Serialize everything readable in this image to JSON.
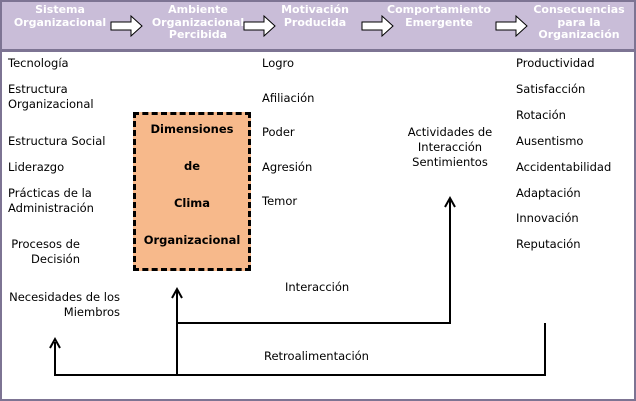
{
  "header": {
    "stages": [
      "Sistema\nOrganizacional",
      "Ambiente\nOrganizacional\nPercibida",
      "Motivación\nProducida",
      "Comportamiento\nEmergente",
      "Consecuencias\npara la\nOrganización"
    ]
  },
  "system": [
    "Tecnología",
    "Estructura\nOrganizacional",
    "Estructura Social",
    "Liderazgo",
    "Prácticas de la\nAdministración",
    "Procesos de\nDecisión",
    "Necesidades de los\nMiembros"
  ],
  "climate_box": [
    "Dimensiones",
    "de",
    "Clima",
    "Organizacional"
  ],
  "motivation": [
    "Logro",
    "Afiliación",
    "Poder",
    "Agresión",
    "Temor"
  ],
  "behavior": "Actividades de\nInteracción\nSentimientos",
  "consequences": [
    "Productividad",
    "Satisfacción",
    "Rotación",
    "Ausentismo",
    "Accidentabilidad",
    "Adaptación",
    "Innovación",
    "Reputación"
  ],
  "labels": {
    "interaction": "Interacción",
    "feedback": "Retroalimentación"
  }
}
